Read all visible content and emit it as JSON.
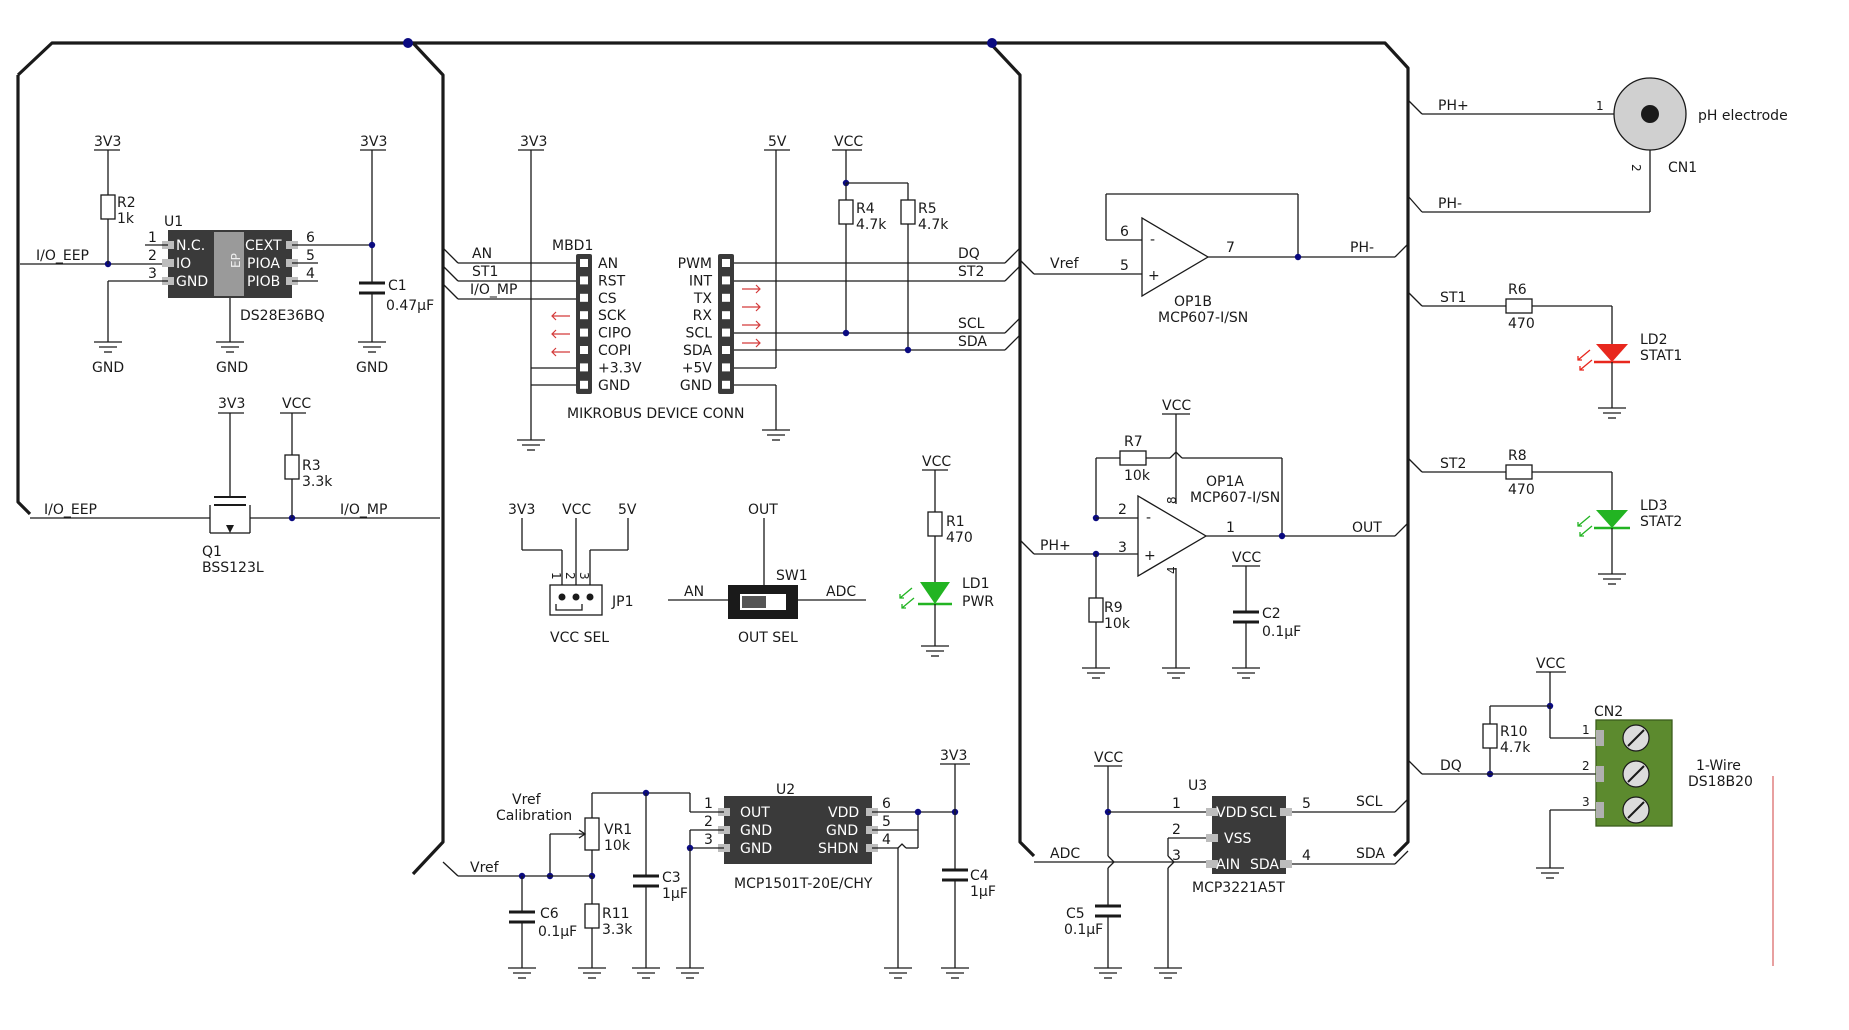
{
  "power": {
    "v3v3": "3V3",
    "vcc": "VCC",
    "v5": "5V",
    "gnd": "GND"
  },
  "nets": {
    "io_eep": "I/O_EEP",
    "io_mp": "I/O_MP",
    "an": "AN",
    "st1": "ST1",
    "st2": "ST2",
    "dq": "DQ",
    "scl": "SCL",
    "sda": "SDA",
    "vref": "Vref",
    "ph_plus": "PH+",
    "ph_minus": "PH-",
    "out": "OUT",
    "adc": "ADC"
  },
  "u1": {
    "ref": "U1",
    "part": "DS28E36BQ",
    "ep": "EP",
    "left_pins": [
      {
        "num": "1",
        "name": "N.C."
      },
      {
        "num": "2",
        "name": "IO"
      },
      {
        "num": "3",
        "name": "GND"
      }
    ],
    "right_pins": [
      {
        "num": "6",
        "name": "CEXT"
      },
      {
        "num": "5",
        "name": "PIOA"
      },
      {
        "num": "4",
        "name": "PIOB"
      }
    ]
  },
  "r2": {
    "ref": "R2",
    "value": "1k"
  },
  "c1": {
    "ref": "C1",
    "value": "0.47µF"
  },
  "q1": {
    "ref": "Q1",
    "part": "BSS123L"
  },
  "r3": {
    "ref": "R3",
    "value": "3.3k"
  },
  "mbd1": {
    "ref": "MBD1",
    "title": "MIKROBUS DEVICE CONN",
    "left": [
      "AN",
      "RST",
      "CS",
      "SCK",
      "CIPO",
      "COPI",
      "+3.3V",
      "GND"
    ],
    "right": [
      "PWM",
      "INT",
      "TX",
      "RX",
      "SCL",
      "SDA",
      "+5V",
      "GND"
    ]
  },
  "r4": {
    "ref": "R4",
    "value": "4.7k"
  },
  "r5": {
    "ref": "R5",
    "value": "4.7k"
  },
  "jp1": {
    "ref": "JP1",
    "title": "VCC SEL",
    "pins": [
      "1",
      "2",
      "3"
    ]
  },
  "sw1": {
    "ref": "SW1",
    "title": "OUT SEL"
  },
  "r1": {
    "ref": "R1",
    "value": "470"
  },
  "ld1": {
    "ref": "LD1",
    "name": "PWR"
  },
  "u2": {
    "ref": "U2",
    "part": "MCP1501T-20E/CHY",
    "left_pins": [
      {
        "num": "1",
        "name": "OUT"
      },
      {
        "num": "2",
        "name": "GND"
      },
      {
        "num": "3",
        "name": "GND"
      }
    ],
    "right_pins": [
      {
        "num": "6",
        "name": "VDD"
      },
      {
        "num": "5",
        "name": "GND"
      },
      {
        "num": "4",
        "name": "SHDN"
      }
    ]
  },
  "vr1": {
    "ref": "VR1",
    "value": "10k",
    "label1": "Vref",
    "label2": "Calibration"
  },
  "r11": {
    "ref": "R11",
    "value": "3.3k"
  },
  "c6": {
    "ref": "C6",
    "value": "0.1µF"
  },
  "c3": {
    "ref": "C3",
    "value": "1µF"
  },
  "c4": {
    "ref": "C4",
    "value": "1µF"
  },
  "op1b": {
    "ref": "OP1B",
    "part": "MCP607-I/SN",
    "pins": {
      "inv": "6",
      "noninv": "5",
      "out": "7"
    }
  },
  "op1a": {
    "ref": "OP1A",
    "part": "MCP607-I/SN",
    "pins": {
      "inv": "2",
      "noninv": "3",
      "out": "1",
      "vdd": "8",
      "vss": "4"
    }
  },
  "r7": {
    "ref": "R7",
    "value": "10k"
  },
  "r9": {
    "ref": "R9",
    "value": "10k"
  },
  "c2": {
    "ref": "C2",
    "value": "0.1µF"
  },
  "u3": {
    "ref": "U3",
    "part": "MCP3221A5T",
    "pins": [
      {
        "num": "1",
        "name": "VDD"
      },
      {
        "num": "2",
        "name": "VSS"
      },
      {
        "num": "3",
        "name": "AIN"
      },
      {
        "num": "5",
        "name": "SCL"
      },
      {
        "num": "4",
        "name": "SDA"
      }
    ]
  },
  "c5": {
    "ref": "C5",
    "value": "0.1µF"
  },
  "cn1": {
    "ref": "CN1",
    "label": "pH electrode",
    "pins": [
      "1",
      "2"
    ]
  },
  "r6": {
    "ref": "R6",
    "value": "470"
  },
  "ld2": {
    "ref": "LD2",
    "name": "STAT1"
  },
  "r8": {
    "ref": "R8",
    "value": "470"
  },
  "ld3": {
    "ref": "LD3",
    "name": "STAT2"
  },
  "r10": {
    "ref": "R10",
    "value": "4.7k"
  },
  "cn2": {
    "ref": "CN2",
    "label1": "1-Wire",
    "label2": "DS18B20",
    "pins": [
      "1",
      "2",
      "3"
    ]
  },
  "colors": {
    "wire": "#1a1a1a",
    "junction": "#0a0a80",
    "chip": "#3a3a3a",
    "led_red": "#e8281e",
    "led_green": "#22b422",
    "terminal": "#5c8a2e"
  }
}
